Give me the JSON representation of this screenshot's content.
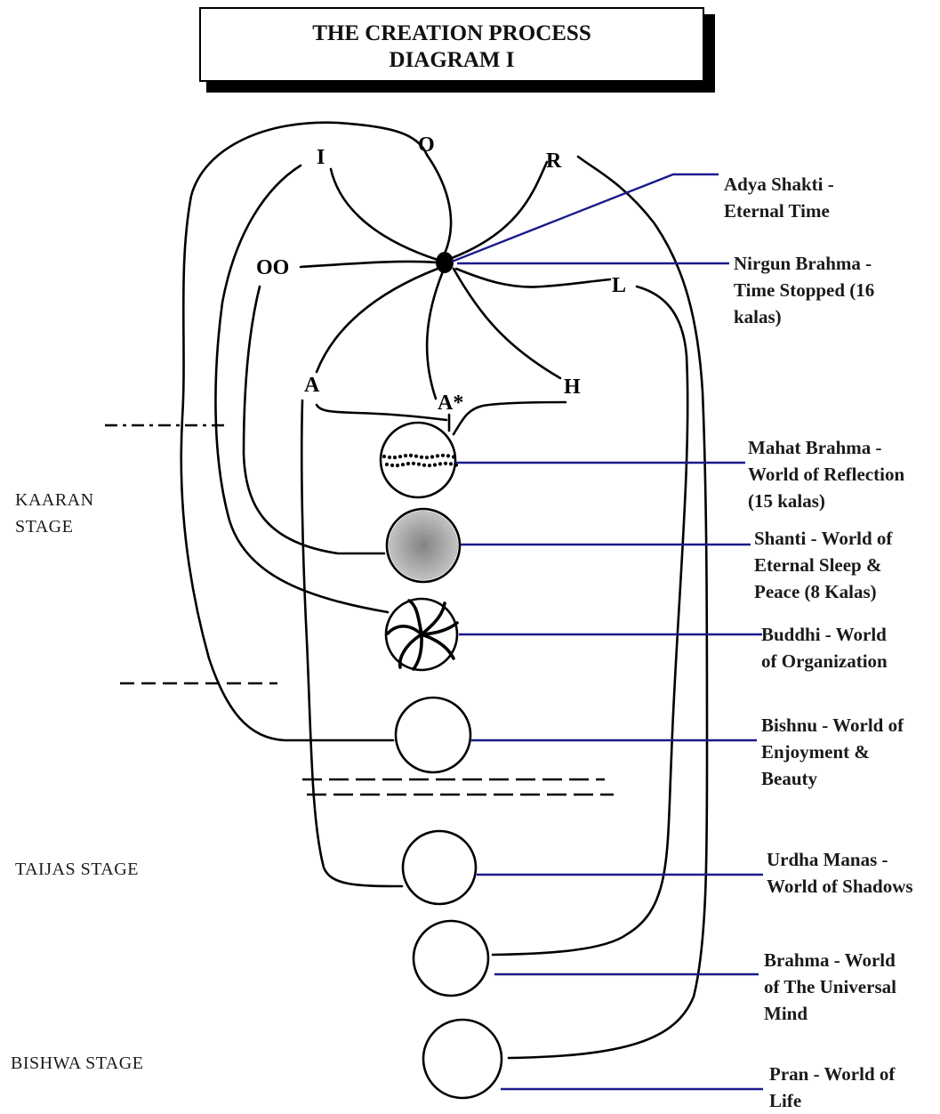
{
  "title": {
    "line1": "THE CREATION PROCESS",
    "line2": "DIAGRAM I"
  },
  "letters": {
    "i": "I",
    "o": "O",
    "r": "R",
    "oo": "OO",
    "l": "L",
    "a": "A",
    "a_star": "A*",
    "h": "H"
  },
  "stages": {
    "kaaran": [
      "KAARAN",
      "STAGE"
    ],
    "taijas": "TAIJAS STAGE",
    "bishwa": "BISHWA STAGE"
  },
  "worlds": [
    {
      "id": "adya-shakti",
      "lines": [
        "Adya Shakti -",
        "Eternal Time"
      ]
    },
    {
      "id": "nirgun-brahma",
      "lines": [
        "Nirgun Brahma -",
        "Time Stopped (16",
        "kalas)"
      ]
    },
    {
      "id": "mahat-brahma",
      "lines": [
        "Mahat Brahma -",
        "World of Reflection",
        "(15 kalas)"
      ]
    },
    {
      "id": "shanti",
      "lines": [
        "Shanti - World of",
        "Eternal Sleep &",
        "Peace (8 Kalas)"
      ]
    },
    {
      "id": "buddhi",
      "lines": [
        "Buddhi - World",
        "of Organization"
      ]
    },
    {
      "id": "bishnu",
      "lines": [
        "Bishnu - World of",
        "Enjoyment &",
        "Beauty"
      ]
    },
    {
      "id": "urdha-manas",
      "lines": [
        "Urdha Manas -",
        "World of Shadows"
      ]
    },
    {
      "id": "brahma",
      "lines": [
        "Brahma - World",
        "of The Universal",
        "Mind"
      ]
    },
    {
      "id": "pran",
      "lines": [
        "Pran - World of",
        "Life"
      ]
    }
  ],
  "colors": {
    "ink": "#000000",
    "connector": "#1a1a8c"
  }
}
